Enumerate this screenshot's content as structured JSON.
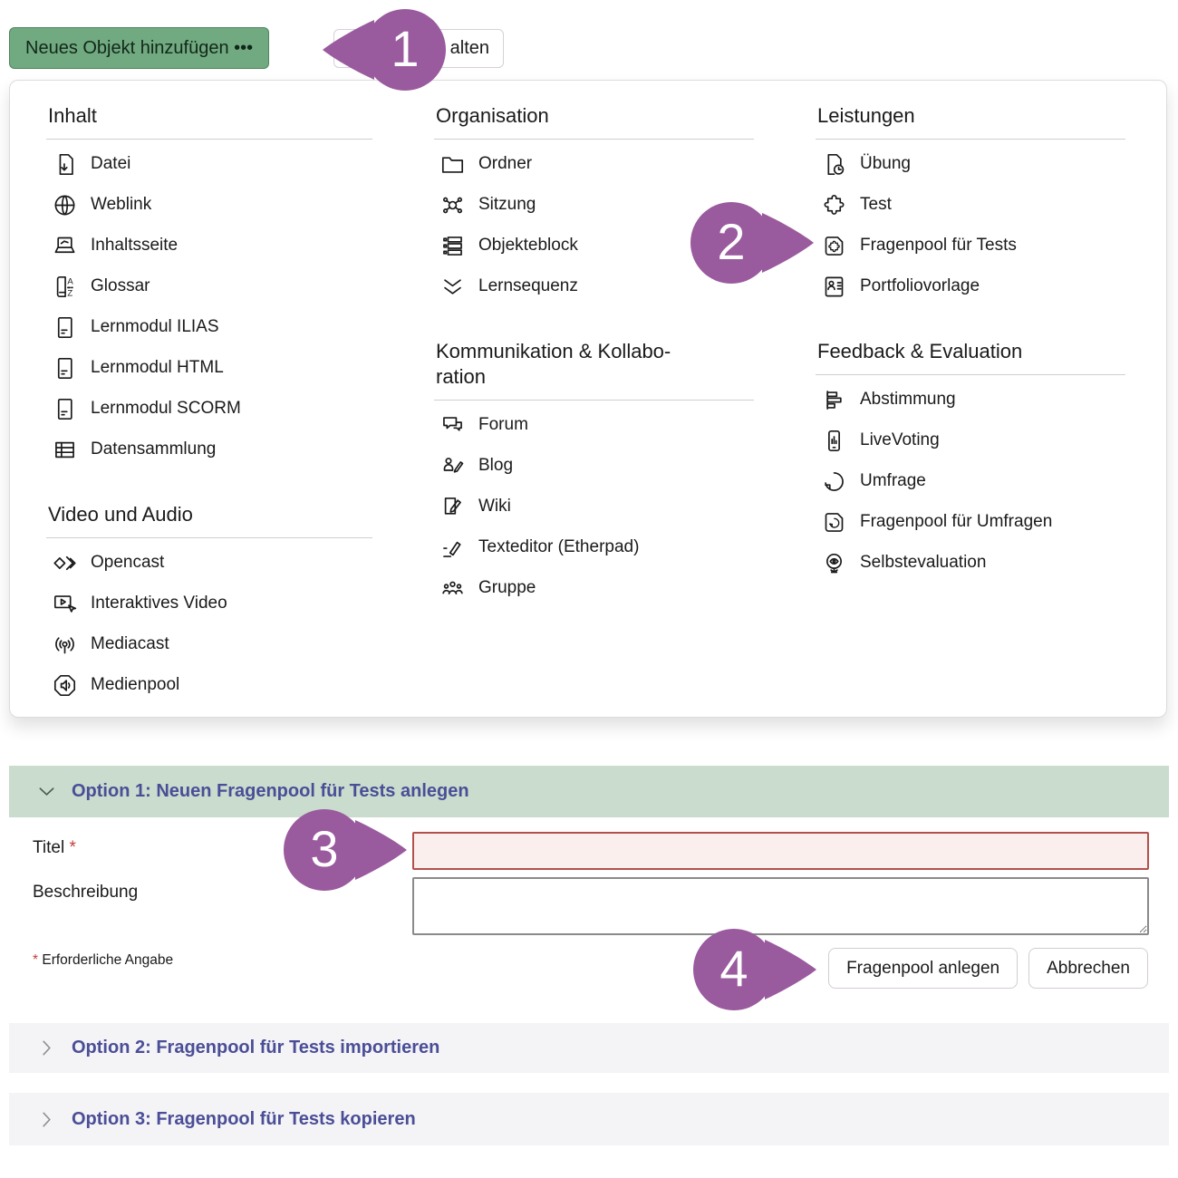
{
  "toolbar": {
    "new_object_button": "Neues Objekt hinzufügen •••",
    "partial_button_visible_text": "alten"
  },
  "callouts": [
    {
      "number": "1"
    },
    {
      "number": "2"
    },
    {
      "number": "3"
    },
    {
      "number": "4"
    }
  ],
  "menu": {
    "columns": [
      {
        "sections": [
          {
            "title": "Inhalt",
            "items": [
              {
                "icon": "file-download",
                "label": "Datei"
              },
              {
                "icon": "globe",
                "label": "Weblink"
              },
              {
                "icon": "content-page",
                "label": "Inhaltsseite"
              },
              {
                "icon": "glossary",
                "label": "Glossar"
              },
              {
                "icon": "learning-module",
                "label": "Lernmodul ILIAS"
              },
              {
                "icon": "learning-module",
                "label": "Lernmodul HTML"
              },
              {
                "icon": "learning-module",
                "label": "Lernmodul SCORM"
              },
              {
                "icon": "data-table",
                "label": "Datensammlung"
              }
            ]
          },
          {
            "title": "Video und Audio",
            "items": [
              {
                "icon": "opencast",
                "label": "Opencast"
              },
              {
                "icon": "interactive-video",
                "label": "Interaktives Video"
              },
              {
                "icon": "mediacast",
                "label": "Mediacast"
              },
              {
                "icon": "mediapool",
                "label": "Medienpool"
              }
            ]
          }
        ]
      },
      {
        "sections": [
          {
            "title": "Organisation",
            "items": [
              {
                "icon": "folder",
                "label": "Ordner"
              },
              {
                "icon": "session",
                "label": "Sitzung"
              },
              {
                "icon": "object-block",
                "label": "Objekteblock"
              },
              {
                "icon": "learning-sequence",
                "label": "Lernsequenz"
              }
            ]
          },
          {
            "title": "Kommunikation & Kollabo-\nration",
            "items": [
              {
                "icon": "forum",
                "label": "Forum"
              },
              {
                "icon": "blog",
                "label": "Blog"
              },
              {
                "icon": "wiki",
                "label": "Wiki"
              },
              {
                "icon": "texteditor",
                "label": "Texteditor (Etherpad)"
              },
              {
                "icon": "group",
                "label": "Gruppe"
              }
            ]
          }
        ]
      },
      {
        "sections": [
          {
            "title": "Leistungen",
            "items": [
              {
                "icon": "exercise",
                "label": "Übung"
              },
              {
                "icon": "puzzle",
                "label": "Test"
              },
              {
                "icon": "questionpool-test",
                "label": "Fragenpool für Tests"
              },
              {
                "icon": "portfolio-template",
                "label": "Portfoliovorlage"
              }
            ]
          },
          {
            "title": "Feedback & Evaluation",
            "items": [
              {
                "icon": "poll",
                "label": "Abstimmung"
              },
              {
                "icon": "livevoting",
                "label": "LiveVoting"
              },
              {
                "icon": "survey",
                "label": "Umfrage"
              },
              {
                "icon": "questionpool-survey",
                "label": "Fragenpool für Umfragen"
              },
              {
                "icon": "self-evaluation",
                "label": "Selbstevaluation"
              }
            ]
          }
        ]
      }
    ]
  },
  "option1": {
    "title": "Option 1: Neuen Fragenpool für Tests anlegen",
    "form": {
      "title_label": "Titel",
      "required_mark": "*",
      "title_value": "",
      "description_label": "Beschreibung",
      "description_value": "",
      "required_note": "Erforderliche Angabe",
      "submit_button": "Fragenpool anlegen",
      "cancel_button": "Abbrechen"
    }
  },
  "accordions": [
    {
      "title": "Option 2: Fragenpool für Tests importieren"
    },
    {
      "title": "Option 3: Fragenpool für Tests kopieren"
    }
  ],
  "colors": {
    "primary_button_bg": "#71aa80",
    "primary_button_border": "#4e855e",
    "callout_purple": "#9a5a9e",
    "accordion_open_bg": "#c9dccd",
    "accordion_closed_bg": "#f4f3f5",
    "accordion_title_text": "#4a4e97",
    "error_border": "#b2514c",
    "error_bg": "#fbefee",
    "required_red": "#c0403c"
  }
}
